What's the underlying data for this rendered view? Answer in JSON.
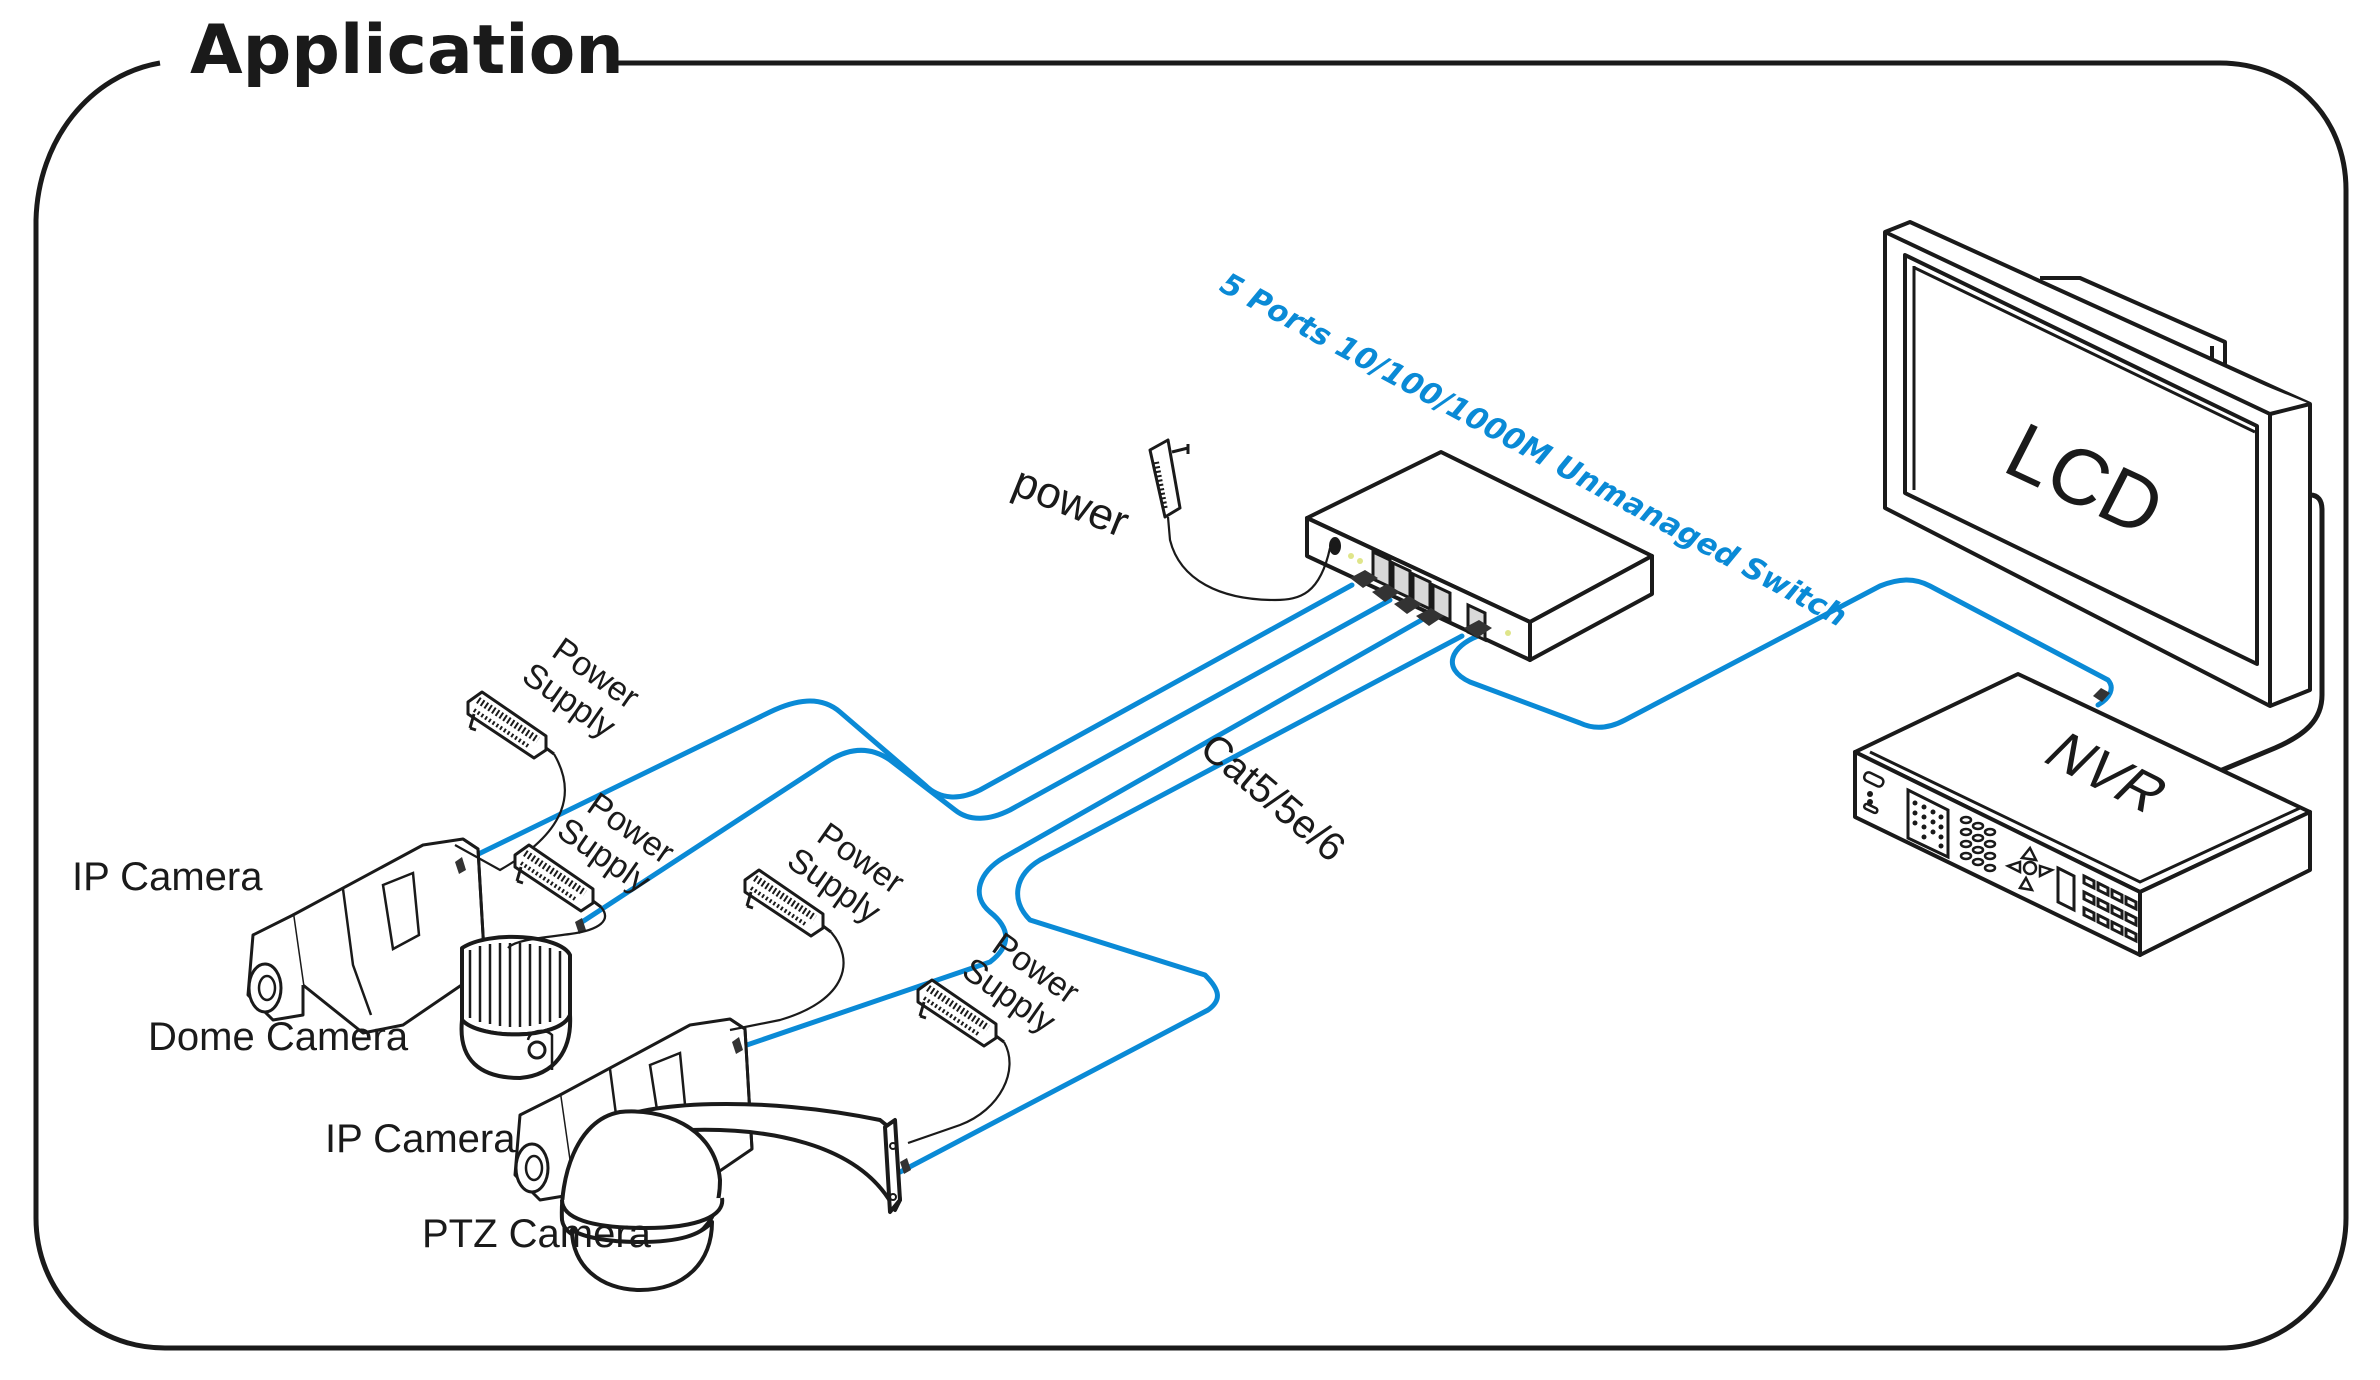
{
  "title": "Application",
  "colors": {
    "cable": "#0a8ad6",
    "line": "#1a1a1a",
    "led": "#dfe58a",
    "port": "#d9d9d9"
  },
  "switch": {
    "label": "5 Ports 10/100/1000M Unmanaged Switch",
    "power_label": "power",
    "icon": "network-switch-icon"
  },
  "cable_label": "Cat5/5e/6",
  "display": {
    "label": "LCD",
    "icon": "monitor-icon"
  },
  "recorder": {
    "label": "NVR",
    "icon": "nvr-icon"
  },
  "cameras": [
    {
      "label": "IP Camera",
      "type": "box",
      "power_label_line1": "Power",
      "power_label_line2": "Supply"
    },
    {
      "label": "Dome Camera",
      "type": "dome",
      "power_label_line1": "Power",
      "power_label_line2": "Supply"
    },
    {
      "label": "IP Camera",
      "type": "box",
      "power_label_line1": "Power",
      "power_label_line2": "Supply"
    },
    {
      "label": "PTZ Camera",
      "type": "ptz",
      "power_label_line1": "Power",
      "power_label_line2": "Supply"
    }
  ]
}
